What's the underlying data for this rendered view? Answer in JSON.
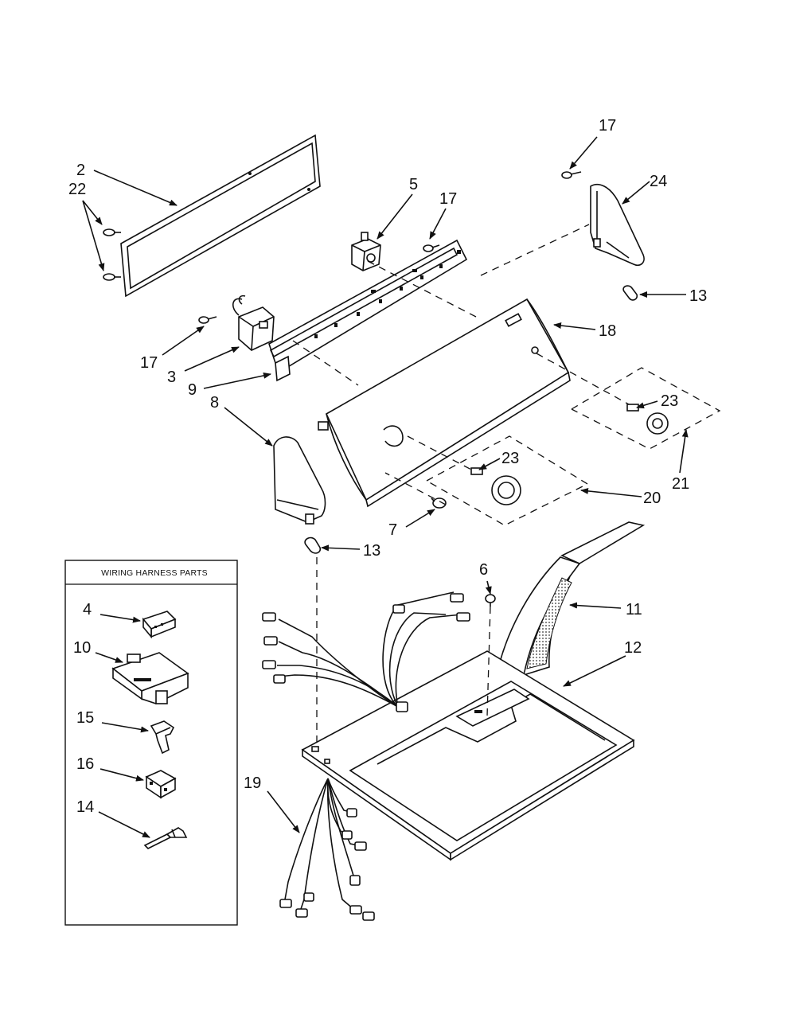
{
  "diagram": {
    "inset": {
      "title": "WIRING HARNESS PARTS"
    },
    "callouts": {
      "c2": "2",
      "c22": "22",
      "c5": "5",
      "c17a": "17",
      "c17b": "17",
      "c17c": "17",
      "c24": "24",
      "c13a": "13",
      "c13b": "13",
      "c18": "18",
      "c3": "3",
      "c9": "9",
      "c8": "8",
      "c23a": "23",
      "c23b": "23",
      "c21": "21",
      "c20": "20",
      "c7": "7",
      "c6": "6",
      "c11": "11",
      "c12": "12",
      "c19": "19",
      "c4": "4",
      "c10": "10",
      "c15": "15",
      "c16": "16",
      "c14": "14"
    }
  }
}
